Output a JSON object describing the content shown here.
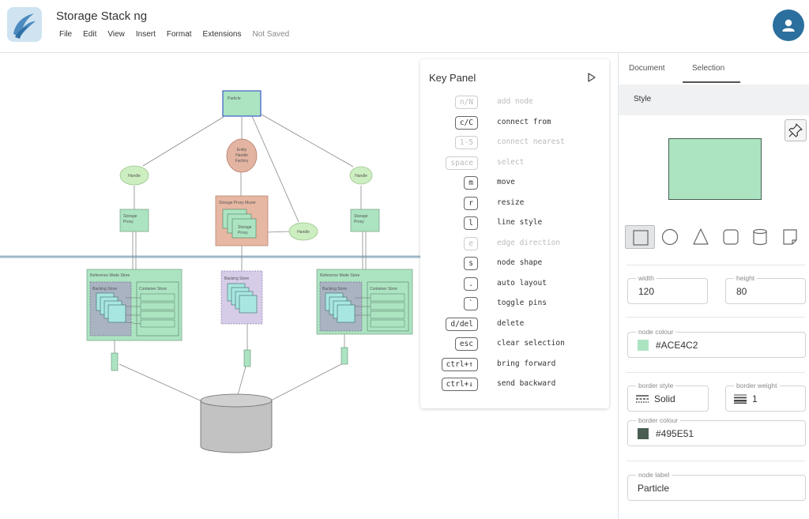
{
  "app": {
    "title": "Storage Stack ng",
    "menu": [
      "File",
      "Edit",
      "View",
      "Insert",
      "Format",
      "Extensions"
    ],
    "save_status": "Not Saved"
  },
  "canvas": {
    "nodes": {
      "particle": "Particle",
      "handle": "Handle",
      "entity_handle_factory": [
        "Entity",
        "Handle",
        "Factory"
      ],
      "storage_proxy": [
        "Storage",
        "Proxy"
      ],
      "storage_proxy_muxer": "Storage Proxy Muxer",
      "reference_mode_store": "Reference Mode Store",
      "backing_store": "Backing Store",
      "container_store": "Container Store"
    }
  },
  "key_panel": {
    "title": "Key Panel",
    "items": [
      {
        "key": "n/N",
        "label": "add node",
        "enabled": false
      },
      {
        "key": "c/C",
        "label": "connect from",
        "enabled": true
      },
      {
        "key": "1-5",
        "label": "connect nearest",
        "enabled": false
      },
      {
        "key": "space",
        "label": "select",
        "enabled": false
      },
      {
        "key": "m",
        "label": "move",
        "enabled": true
      },
      {
        "key": "r",
        "label": "resize",
        "enabled": true
      },
      {
        "key": "l",
        "label": "line style",
        "enabled": true
      },
      {
        "key": "e",
        "label": "edge direction",
        "enabled": false
      },
      {
        "key": "s",
        "label": "node shape",
        "enabled": true
      },
      {
        "key": ".",
        "label": "auto layout",
        "enabled": true
      },
      {
        "key": "`",
        "label": "toggle pins",
        "enabled": true
      },
      {
        "key": "d/del",
        "label": "delete",
        "enabled": true
      },
      {
        "key": "esc",
        "label": "clear selection",
        "enabled": true
      },
      {
        "key": "ctrl+↑",
        "label": "bring forward",
        "enabled": true
      },
      {
        "key": "ctrl+↓",
        "label": "send backward",
        "enabled": true
      }
    ]
  },
  "sidebar": {
    "tabs": [
      "Document",
      "Selection"
    ],
    "active_tab": "Selection",
    "section_title": "Style",
    "width": {
      "label": "width",
      "value": "120"
    },
    "height": {
      "label": "height",
      "value": "80"
    },
    "node_colour": {
      "label": "node colour",
      "value": "#ACE4C2"
    },
    "border_style": {
      "label": "border style",
      "value": "Solid"
    },
    "border_weight": {
      "label": "border weight",
      "value": "1"
    },
    "border_colour": {
      "label": "border colour",
      "value": "#495E51"
    },
    "node_label": {
      "label": "node label",
      "value": "Particle"
    }
  },
  "colors": {
    "node_green": "#ACE4C2",
    "node_border": "#495E51",
    "accent": "#2a6f9e"
  }
}
